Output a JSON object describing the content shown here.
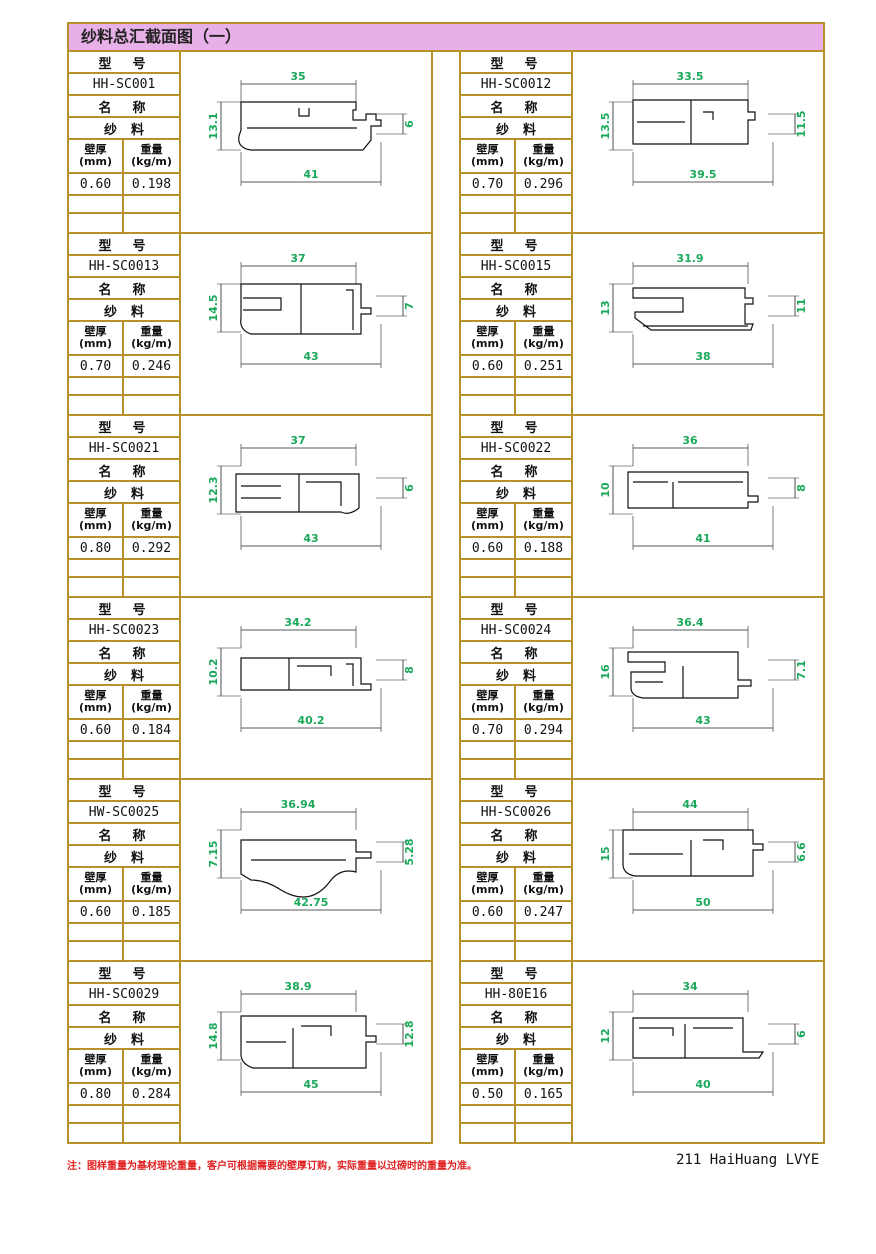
{
  "title": "纱料总汇截面图（一）",
  "labels": {
    "model": "型　号",
    "name": "名　称",
    "wall": "壁厚",
    "wall_unit": "(mm)",
    "weight": "重量",
    "weight_unit": "(kg/m)"
  },
  "profiles": [
    {
      "model": "HH-SC001",
      "name": "纱料",
      "wall": "0.60",
      "weight": "0.198",
      "dims": {
        "top": "35",
        "bottom": "41",
        "left": "13.1",
        "right": "6"
      }
    },
    {
      "model": "HH-SC0012",
      "name": "纱料",
      "wall": "0.70",
      "weight": "0.296",
      "dims": {
        "top": "33.5",
        "bottom": "39.5",
        "left": "13.5",
        "right": "11.5"
      }
    },
    {
      "model": "HH-SC0013",
      "name": "纱料",
      "wall": "0.70",
      "weight": "0.246",
      "dims": {
        "top": "37",
        "bottom": "43",
        "left": "14.5",
        "right": "7"
      }
    },
    {
      "model": "HH-SC0015",
      "name": "纱料",
      "wall": "0.60",
      "weight": "0.251",
      "dims": {
        "top": "31.9",
        "bottom": "38",
        "left": "13",
        "right": "11"
      }
    },
    {
      "model": "HH-SC0021",
      "name": "纱料",
      "wall": "0.80",
      "weight": "0.292",
      "dims": {
        "top": "37",
        "bottom": "43",
        "left": "12.3",
        "right": "6"
      }
    },
    {
      "model": "HH-SC0022",
      "name": "纱料",
      "wall": "0.60",
      "weight": "0.188",
      "dims": {
        "top": "36",
        "bottom": "41",
        "left": "10",
        "right": "8"
      }
    },
    {
      "model": "HH-SC0023",
      "name": "纱料",
      "wall": "0.60",
      "weight": "0.184",
      "dims": {
        "top": "34.2",
        "bottom": "40.2",
        "left": "10.2",
        "right": "8"
      }
    },
    {
      "model": "HH-SC0024",
      "name": "纱料",
      "wall": "0.70",
      "weight": "0.294",
      "dims": {
        "top": "36.4",
        "bottom": "43",
        "left": "16",
        "right": "7.1"
      }
    },
    {
      "model": "HW-SC0025",
      "name": "纱料",
      "wall": "0.60",
      "weight": "0.185",
      "dims": {
        "top": "36.94",
        "bottom": "42.75",
        "left": "7.15",
        "right": "5.28"
      }
    },
    {
      "model": "HH-SC0026",
      "name": "纱料",
      "wall": "0.60",
      "weight": "0.247",
      "dims": {
        "top": "44",
        "bottom": "50",
        "left": "15",
        "right": "6.6"
      }
    },
    {
      "model": "HH-SC0029",
      "name": "纱料",
      "wall": "0.80",
      "weight": "0.284",
      "dims": {
        "top": "38.9",
        "bottom": "45",
        "left": "14.8",
        "right": "12.8"
      }
    },
    {
      "model": "HH-80E16",
      "name": "纱料",
      "wall": "0.50",
      "weight": "0.165",
      "dims": {
        "top": "34",
        "bottom": "40",
        "left": "12",
        "right": "6"
      }
    }
  ],
  "footer": {
    "note": "注：图样重量为基材理论重量，客户可根据需要的壁厚订购，实际重量以过磅时的重量为准。",
    "page": "211 HaiHuang LVYE"
  },
  "colors": {
    "border": "#b8912a",
    "title_bg": "#e8b0e8",
    "dim_text": "#1aa85a",
    "note_text": "#e02020"
  }
}
